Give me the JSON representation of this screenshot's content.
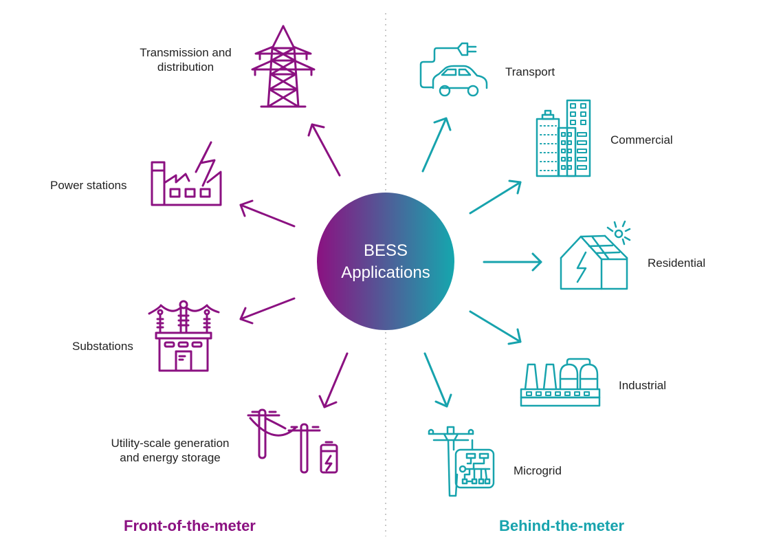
{
  "colors": {
    "front": "#8b1181",
    "behind": "#17a3ad",
    "divider": "#cccccc"
  },
  "center": {
    "line1": "BESS",
    "line2": "Applications",
    "gradient_from": "#8b1181",
    "gradient_to": "#15a7ae"
  },
  "sections": {
    "front_of_meter": "Front-of-the-meter",
    "behind_the_meter": "Behind-the-meter"
  },
  "front_items": [
    {
      "label_line1": "Transmission and",
      "label_line2": "distribution",
      "icon": "transmission-tower-icon"
    },
    {
      "label_line1": "Power stations",
      "icon": "power-station-icon"
    },
    {
      "label_line1": "Substations",
      "icon": "substation-icon"
    },
    {
      "label_line1": "Utility-scale generation",
      "label_line2": "and energy storage",
      "icon": "utility-poles-battery-icon"
    }
  ],
  "behind_items": [
    {
      "label_line1": "Transport",
      "icon": "electric-car-icon"
    },
    {
      "label_line1": "Commercial",
      "icon": "office-buildings-icon"
    },
    {
      "label_line1": "Residential",
      "icon": "solar-house-icon"
    },
    {
      "label_line1": "Industrial",
      "icon": "factory-icon"
    },
    {
      "label_line1": "Microgrid",
      "icon": "microgrid-pole-icon"
    }
  ]
}
